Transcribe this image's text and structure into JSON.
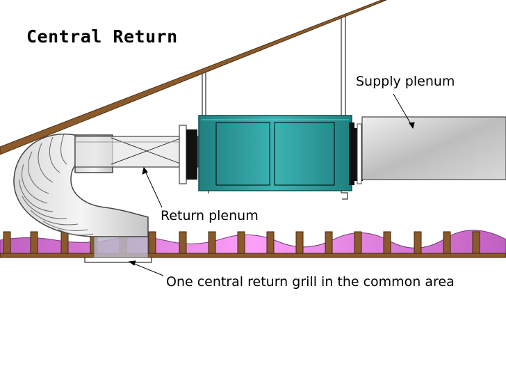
{
  "title": "Central Return",
  "labels": {
    "supply_plenum": "Supply plenum",
    "return_plenum": "Return plenum",
    "grill": "One central return grill in the common area"
  },
  "colors": {
    "roof": "#8b5a2b",
    "joist": "#8b5a2b",
    "insulation": "#f6a0f0",
    "air_handler": "#2f9e9e",
    "duct": "#bcbcbc"
  }
}
